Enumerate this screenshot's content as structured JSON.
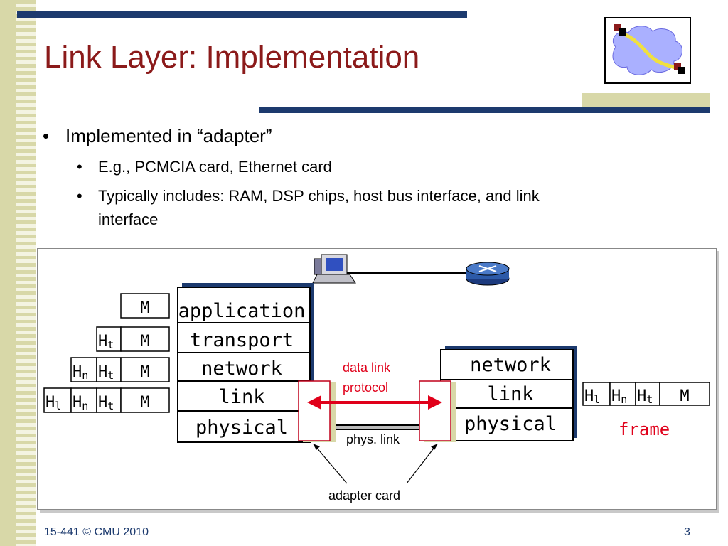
{
  "title": "Link Layer: Implementation",
  "bullets": {
    "main": "Implemented in “adapter”",
    "sub1": "E.g., PCMCIA card, Ethernet card",
    "sub2_line1": "Typically includes: RAM, DSP chips, host bus interface, and link",
    "sub2_line2": "interface",
    "bullet_glyph": "•"
  },
  "diagram": {
    "left_stack": [
      "application",
      "transport",
      "network",
      "link",
      "physical"
    ],
    "right_stack": [
      "network",
      "link",
      "physical"
    ],
    "headers_left": [
      [
        "M"
      ],
      [
        "H",
        "t",
        "M"
      ],
      [
        "H",
        "n",
        "H",
        "t",
        "M"
      ],
      [
        "H",
        "l",
        "H",
        "n",
        "H",
        "t",
        "M"
      ]
    ],
    "frame_label": "frame",
    "data_link_protocol": [
      "data link",
      "protocol"
    ],
    "phys_link": "phys. link",
    "adapter_card": "adapter card",
    "colors": {
      "red": "#e0001a",
      "navy": "#1c3a6e",
      "title": "#8b1a1a"
    }
  },
  "footer": {
    "course": "15-441  © CMU  2010",
    "page": "3"
  },
  "icons": [
    "network-cloud-logo-icon",
    "computer-icon",
    "router-icon"
  ]
}
